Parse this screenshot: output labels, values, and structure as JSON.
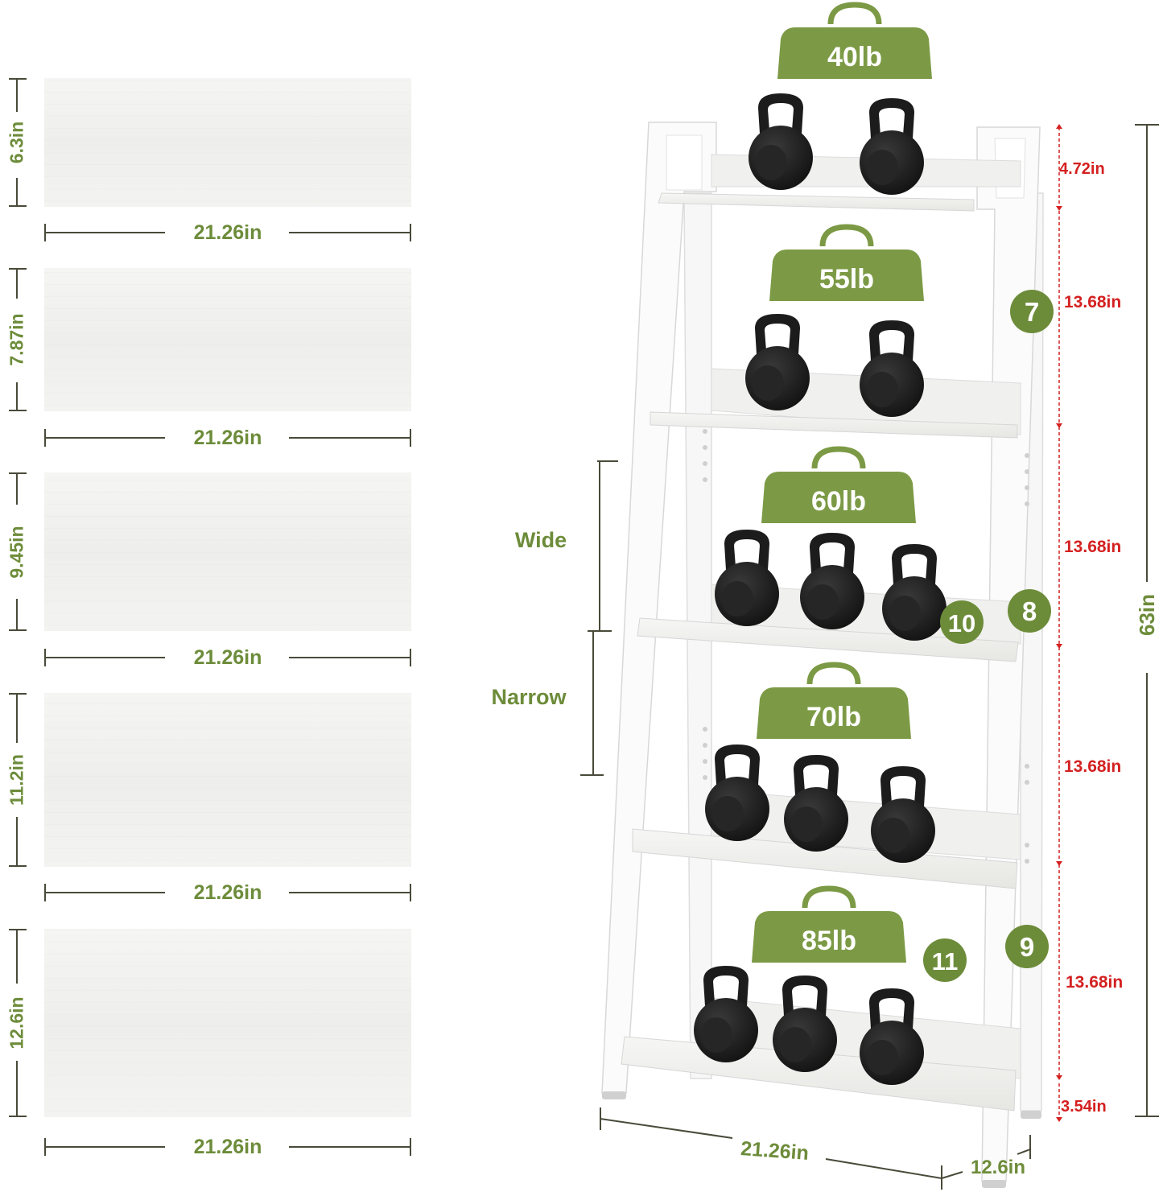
{
  "panels": [
    {
      "height_label": "6.3in",
      "width_label": "21.26in"
    },
    {
      "height_label": "7.87in",
      "width_label": "21.26in"
    },
    {
      "height_label": "9.45in",
      "width_label": "21.26in"
    },
    {
      "height_label": "11.2in",
      "width_label": "21.26in"
    },
    {
      "height_label": "12.6in",
      "width_label": "21.26in"
    }
  ],
  "weights": [
    "40lb",
    "55lb",
    "60lb",
    "70lb",
    "85lb"
  ],
  "shelf_gaps": [
    "4.72in",
    "13.68in",
    "13.68in",
    "13.68in",
    "13.68in",
    "3.54in"
  ],
  "total_height": "63in",
  "base_width": "21.26in",
  "base_depth": "12.6in",
  "adjust_labels": {
    "wide": "Wide",
    "narrow": "Narrow"
  },
  "markers": [
    "7",
    "8",
    "9",
    "10",
    "11"
  ],
  "colors": {
    "accent_green": "#6d8c3a",
    "badge_green": "#7c9a45",
    "dim_red": "#d42020",
    "frame": "#ffffff",
    "kettlebell": "#1c1c1c"
  }
}
